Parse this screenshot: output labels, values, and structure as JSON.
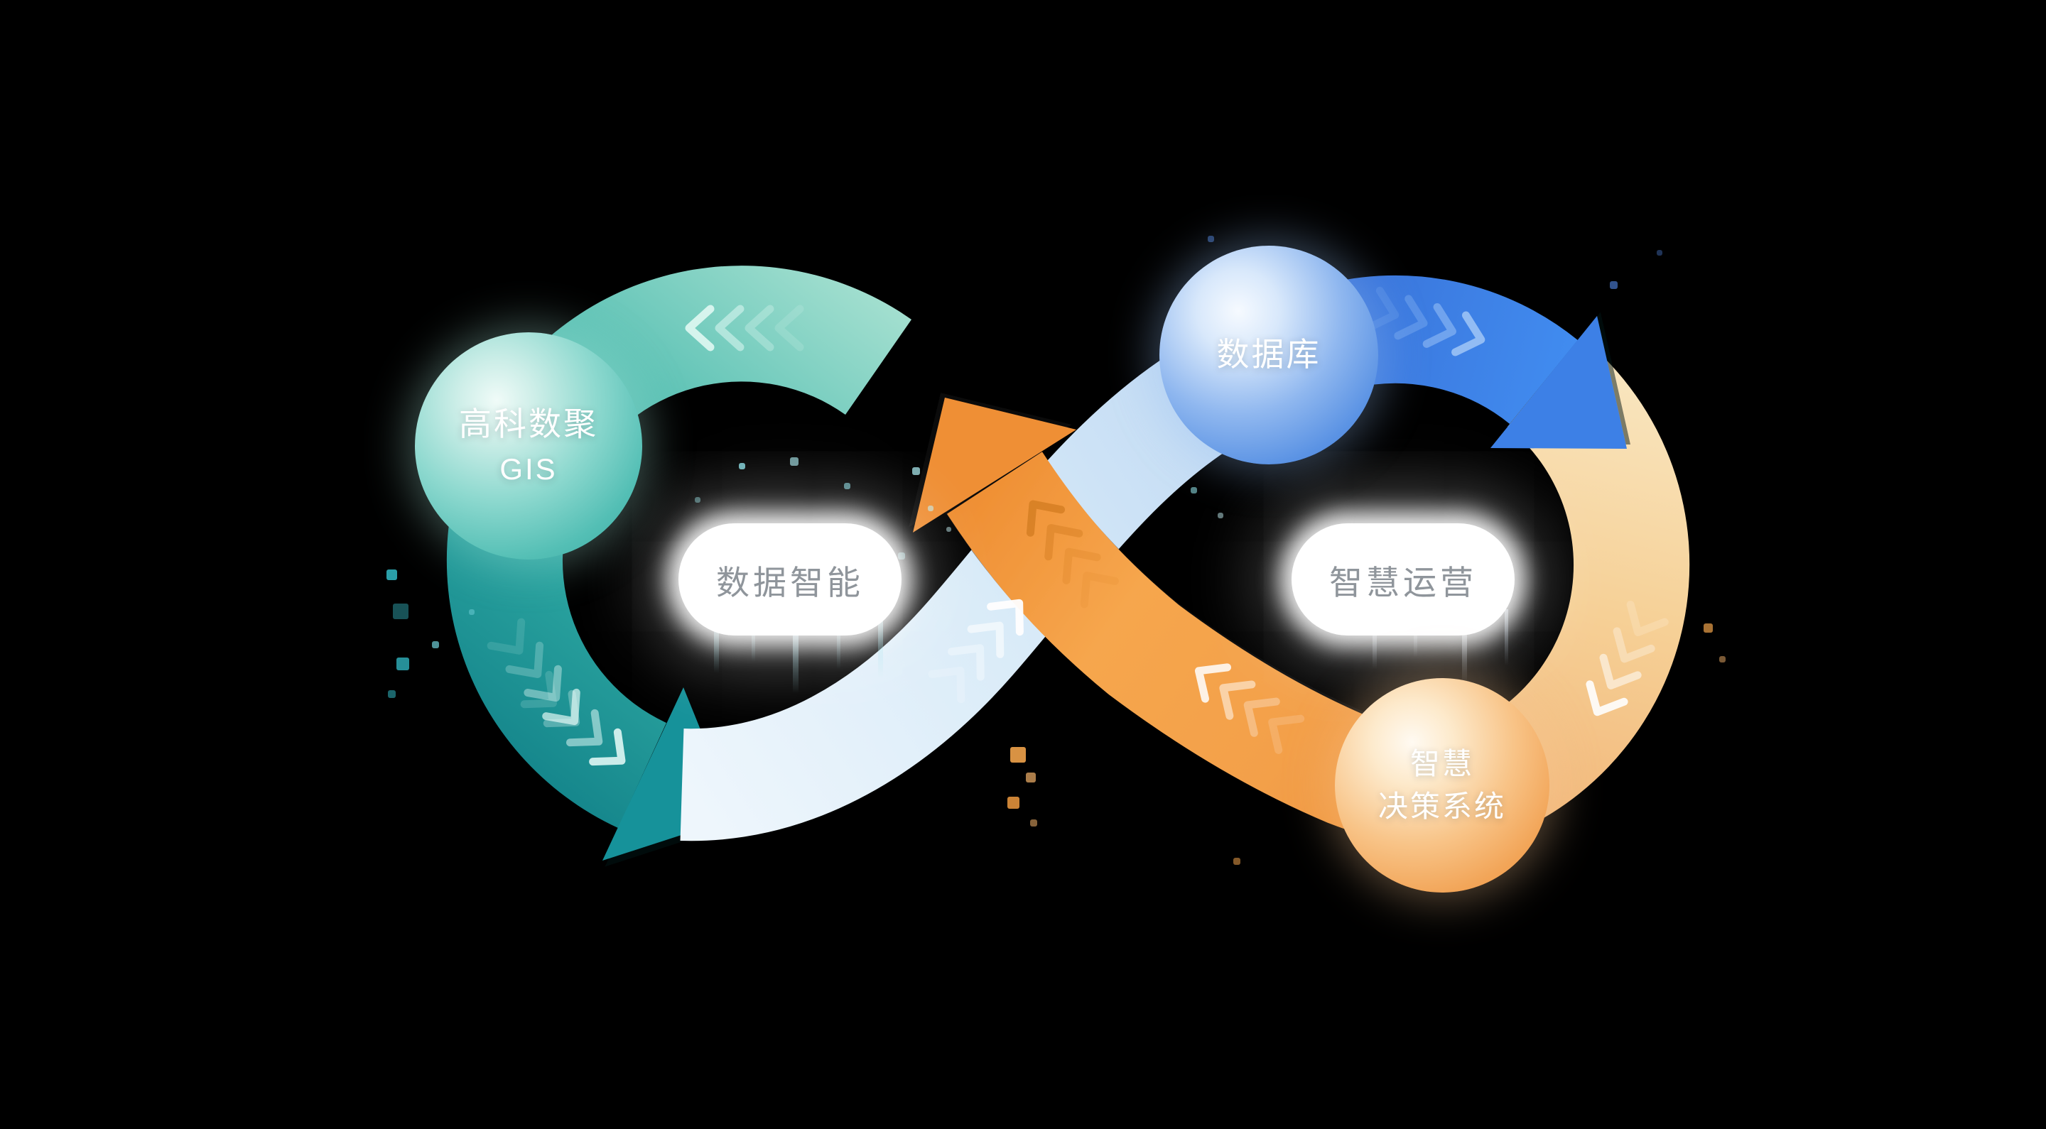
{
  "background": "#000000",
  "diagram": {
    "nodes": {
      "gis": {
        "line1": "高科数聚",
        "line2": "GIS",
        "color": "#3fb5ac"
      },
      "database": {
        "label": "数据库",
        "color": "#4a86e0"
      },
      "decision": {
        "line1": "智慧",
        "line2": "决策系统",
        "color": "#f09a42"
      }
    },
    "loops": {
      "left_label": "数据智能",
      "right_label": "智慧运营"
    },
    "colors": {
      "teal_band": "#2aa7a4",
      "aqua_band": "#8fd6c8",
      "light_blue_band": "#cfe4f6",
      "blue_band": "#3b7de0",
      "cream_band": "#f6ddad",
      "orange_band": "#f09a42",
      "label_text": "#8f959b",
      "sphere_text": "#ffffff"
    }
  }
}
